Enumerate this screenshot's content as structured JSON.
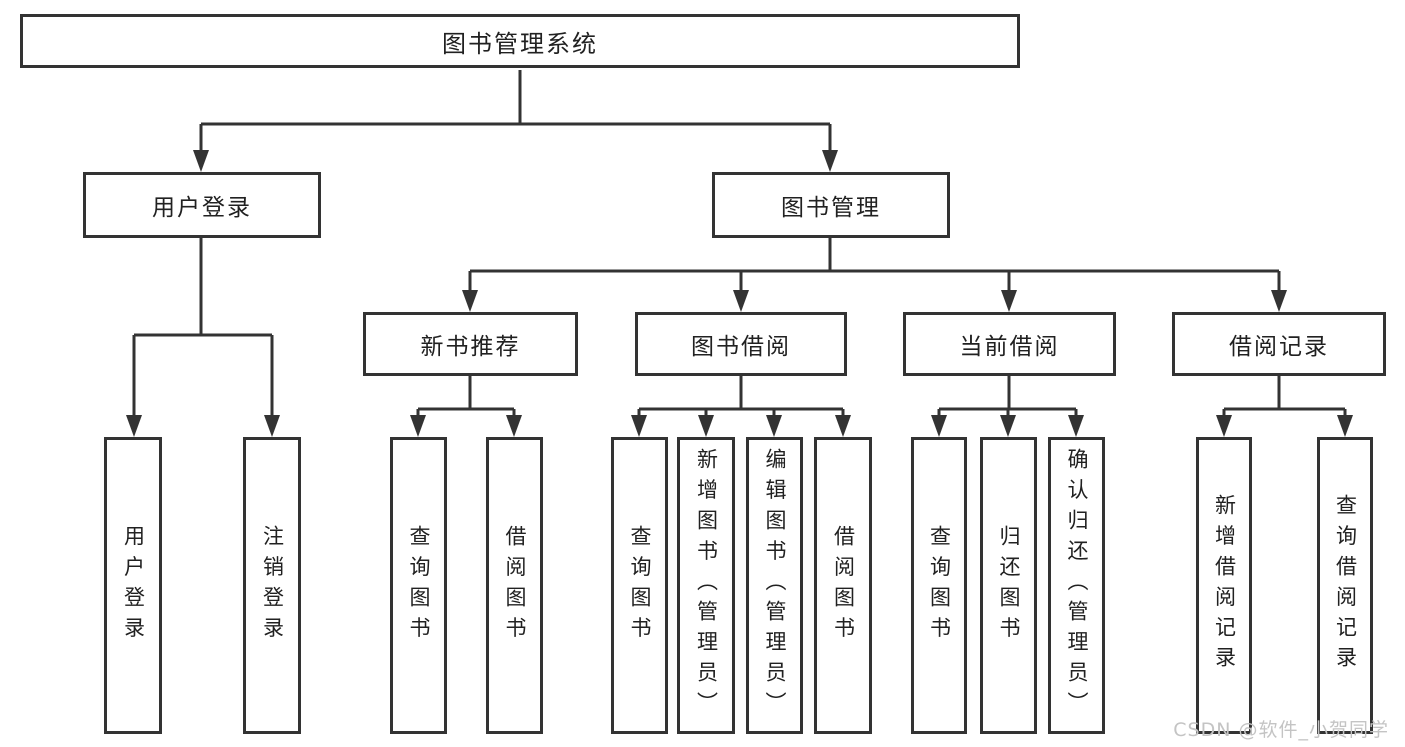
{
  "tree": {
    "label": "图书管理系统",
    "children": [
      {
        "label": "用户登录",
        "children": [
          {
            "label": "用户登录"
          },
          {
            "label": "注销登录"
          }
        ]
      },
      {
        "label": "图书管理",
        "children": [
          {
            "label": "新书推荐",
            "children": [
              {
                "label": "查询图书"
              },
              {
                "label": "借阅图书"
              }
            ]
          },
          {
            "label": "图书借阅",
            "children": [
              {
                "label": "查询图书"
              },
              {
                "label": "新增图书（管理员）"
              },
              {
                "label": "编辑图书（管理员）"
              },
              {
                "label": "借阅图书"
              }
            ]
          },
          {
            "label": "当前借阅",
            "children": [
              {
                "label": "查询图书"
              },
              {
                "label": "归还图书"
              },
              {
                "label": "确认归还（管理员）"
              }
            ]
          },
          {
            "label": "借阅记录",
            "children": [
              {
                "label": "新增借阅记录"
              },
              {
                "label": "查询借阅记录"
              }
            ]
          }
        ]
      }
    ]
  },
  "watermark": "CSDN @软件_小贺同学",
  "colors": {
    "line": "#333333",
    "text": "#212121",
    "watermark": "#c4c4c4",
    "background": "#ffffff"
  }
}
